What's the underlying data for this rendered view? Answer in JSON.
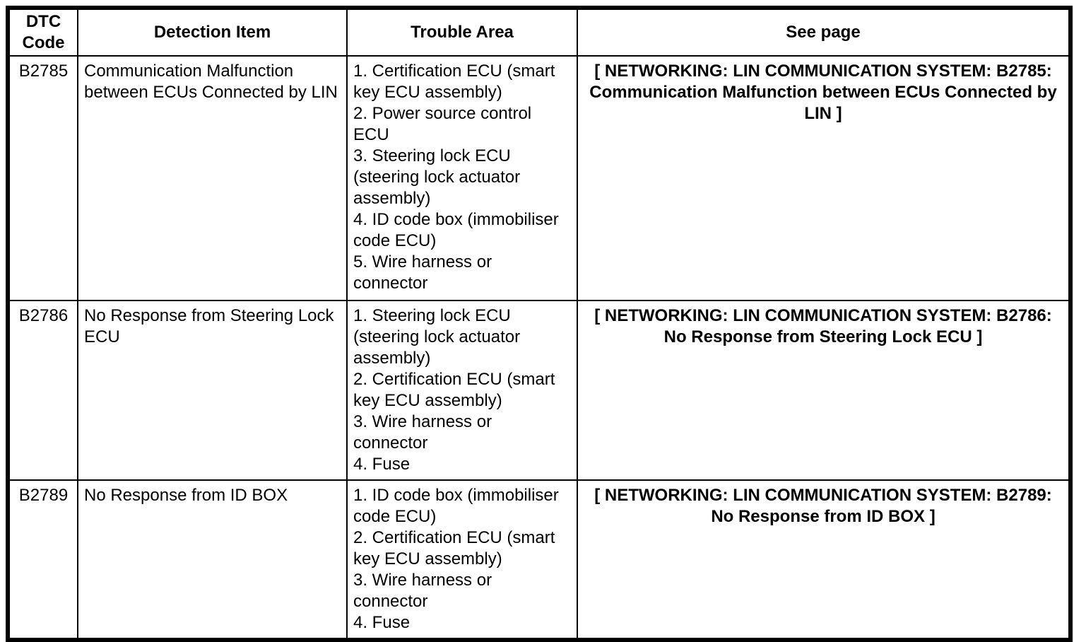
{
  "colors": {
    "border": "#000000",
    "background": "#ffffff",
    "text": "#000000"
  },
  "table": {
    "headers": [
      "DTC Code",
      "Detection Item",
      "Trouble Area",
      "See page"
    ],
    "rows": [
      {
        "dtc_code": "B2785",
        "detection_item": "Communication Malfunction between ECUs Connected by LIN",
        "trouble_area": [
          "1. Certification ECU (smart key ECU assembly)",
          "2. Power source control ECU",
          "3. Steering lock ECU (steering lock actuator assembly)",
          "4. ID code box (immobiliser code ECU)",
          "5. Wire harness or connector"
        ],
        "see_page": "[ NETWORKING: LIN COMMUNICATION SYSTEM: B2785: Communication Malfunction between ECUs Connected by LIN ]"
      },
      {
        "dtc_code": "B2786",
        "detection_item": "No Response from Steering Lock ECU",
        "trouble_area": [
          "1. Steering lock ECU (steering lock actuator assembly)",
          "2. Certification ECU (smart key ECU assembly)",
          "3. Wire harness or connector",
          "4. Fuse"
        ],
        "see_page": "[ NETWORKING: LIN COMMUNICATION SYSTEM: B2786: No Response from Steering Lock ECU ]"
      },
      {
        "dtc_code": "B2789",
        "detection_item": "No Response from ID BOX",
        "trouble_area": [
          "1. ID code box (immobiliser code ECU)",
          "2. Certification ECU (smart key ECU assembly)",
          "3. Wire harness or connector",
          "4. Fuse"
        ],
        "see_page": "[ NETWORKING: LIN COMMUNICATION SYSTEM: B2789: No Response from ID BOX ]"
      }
    ]
  }
}
